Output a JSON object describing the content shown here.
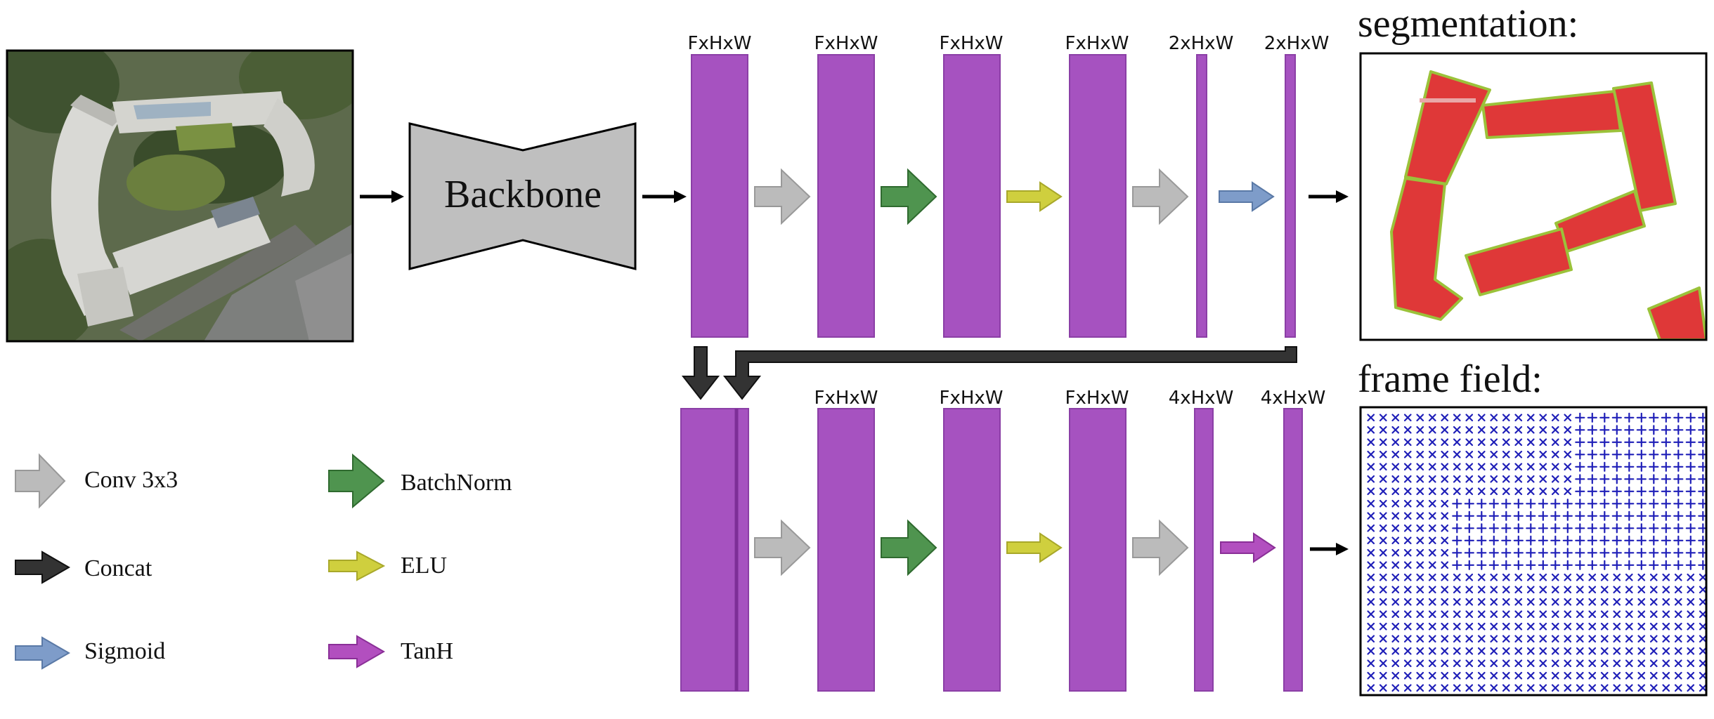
{
  "diagram": {
    "backbone_label": "Backbone",
    "output_titles": {
      "segmentation": "segmentation:",
      "frame_field": "frame field:"
    },
    "seg_branch_dims": [
      "FxHxW",
      "FxHxW",
      "FxHxW",
      "FxHxW",
      "2xHxW",
      "2xHxW"
    ],
    "ff_branch_dims": [
      "FxHxW",
      "FxHxW",
      "FxHxW",
      "4xHxW",
      "4xHxW"
    ],
    "seg_branch_ops": [
      "conv3x3",
      "batchnorm",
      "elu",
      "conv3x3",
      "sigmoid"
    ],
    "ff_branch_ops": [
      "conv3x3",
      "batchnorm",
      "elu",
      "conv3x3",
      "tanh"
    ],
    "legend": [
      {
        "op": "conv3x3",
        "label": "Conv 3x3"
      },
      {
        "op": "batchnorm",
        "label": "BatchNorm"
      },
      {
        "op": "concat",
        "label": "Concat"
      },
      {
        "op": "elu",
        "label": "ELU"
      },
      {
        "op": "sigmoid",
        "label": "Sigmoid"
      },
      {
        "op": "tanh",
        "label": "TanH"
      }
    ],
    "colors": {
      "feature_map": "#a652c0",
      "feature_map_border": "#8b3fa6",
      "backbone_fill": "#bfbfbf",
      "conv3x3": "#bbbbbb",
      "batchnorm": "#4f944f",
      "concat": "#333333",
      "elu": "#cfcf3e",
      "sigmoid": "#7e9cc9",
      "tanh": "#b24fbf",
      "segmentation_fill": "#df3838",
      "segmentation_edge": "#9bc23a",
      "frame_field_glyph": "#1f1fb8"
    },
    "icons": {
      "input_image": "aerial-photo-image",
      "segmentation_output": "segmentation-mask-image",
      "frame_field_output": "frame-field-image"
    }
  }
}
